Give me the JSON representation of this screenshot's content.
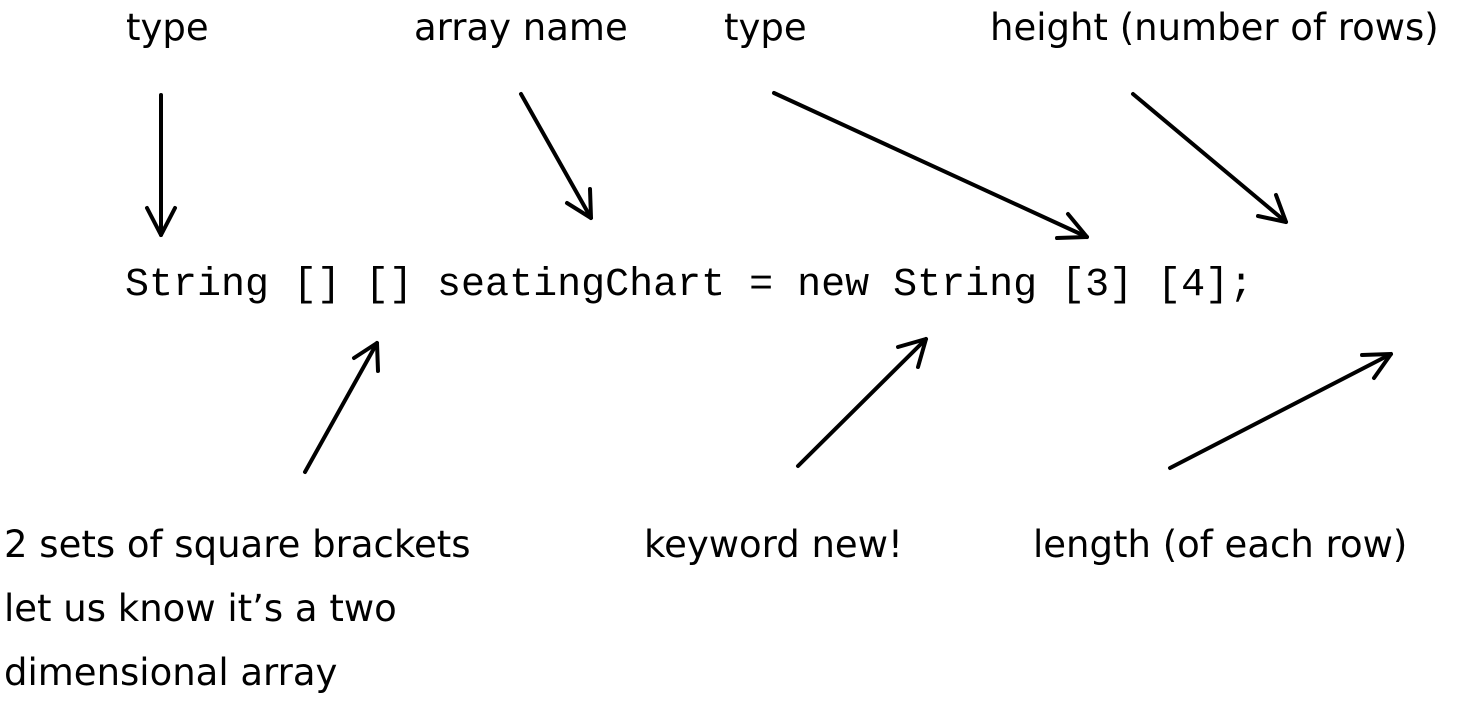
{
  "labels": {
    "type_left": "type",
    "array_name": "array name",
    "type_right": "type",
    "height": "height (number of rows)",
    "brackets_line1": "2 sets of square brackets",
    "brackets_line2": "let us know it’s a two",
    "brackets_line3": "dimensional array",
    "keyword_new": "keyword new!",
    "length": "length (of each row)"
  },
  "code": "String [] [] seatingChart = new String [3] [4];"
}
